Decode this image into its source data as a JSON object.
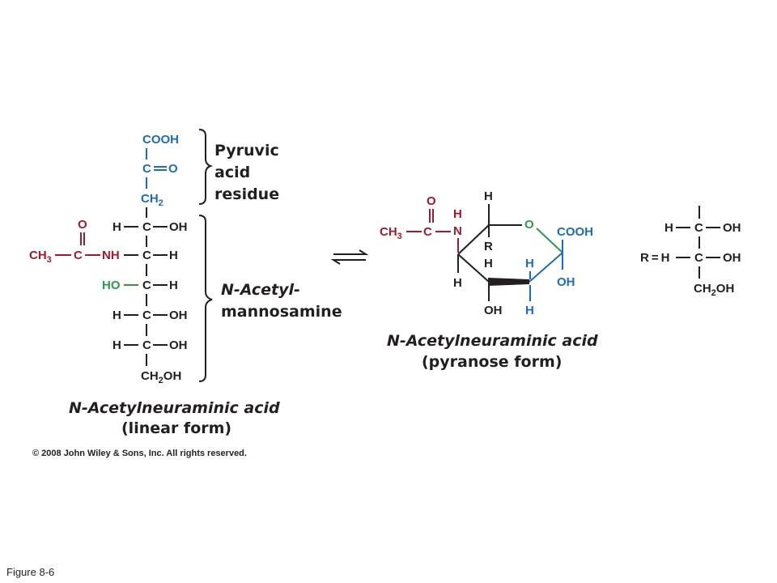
{
  "linear": {
    "cooh": "COOH",
    "c": "C",
    "o": "O",
    "ch": "CH",
    "two": "2",
    "h": "H",
    "oh": "OH",
    "ch3": "CH",
    "three": "3",
    "nh": "NH",
    "ho": "HO",
    "ch2oh_ch": "CH",
    "ch2oh_2": "2",
    "ch2oh_oh": "OH"
  },
  "bracket_pyruvic": [
    "Pyruvic",
    "acid",
    "residue"
  ],
  "bracket_mannosamine": [
    "N-Acetyl-",
    "mannosamine"
  ],
  "caption_linear": [
    "N-Acetylneuraminic acid",
    "(linear form)"
  ],
  "ring": {
    "o_top": "O",
    "h_top": "H",
    "h_n": "H",
    "n": "N",
    "o_ring": "O",
    "cooh": "COOH",
    "r": "R",
    "h_mid": "H",
    "h_blue": "H",
    "h_left": "H",
    "oh_right": "OH",
    "oh_bottom": "OH",
    "h_bottom_blue": "H",
    "ch3": "CH",
    "three": "3",
    "c": "C"
  },
  "caption_ring": [
    "N-Acetylneuraminic acid",
    "(pyranose form)"
  ],
  "r_group": {
    "h1": "H",
    "c1": "C",
    "oh1": "OH",
    "r_eq": "R = H",
    "c2": "C",
    "oh2": "OH",
    "ch": "CH",
    "two": "2",
    "oh3": "OH"
  },
  "equilibrium_symbol": "⇌",
  "copyright": "© 2008 John Wiley & Sons, Inc. All rights reserved.",
  "figure_label": "Figure 8-6",
  "colors": {
    "black": "#231f20",
    "blue": "#1b6db5",
    "red": "#a3192e",
    "green": "#2e9a47"
  }
}
